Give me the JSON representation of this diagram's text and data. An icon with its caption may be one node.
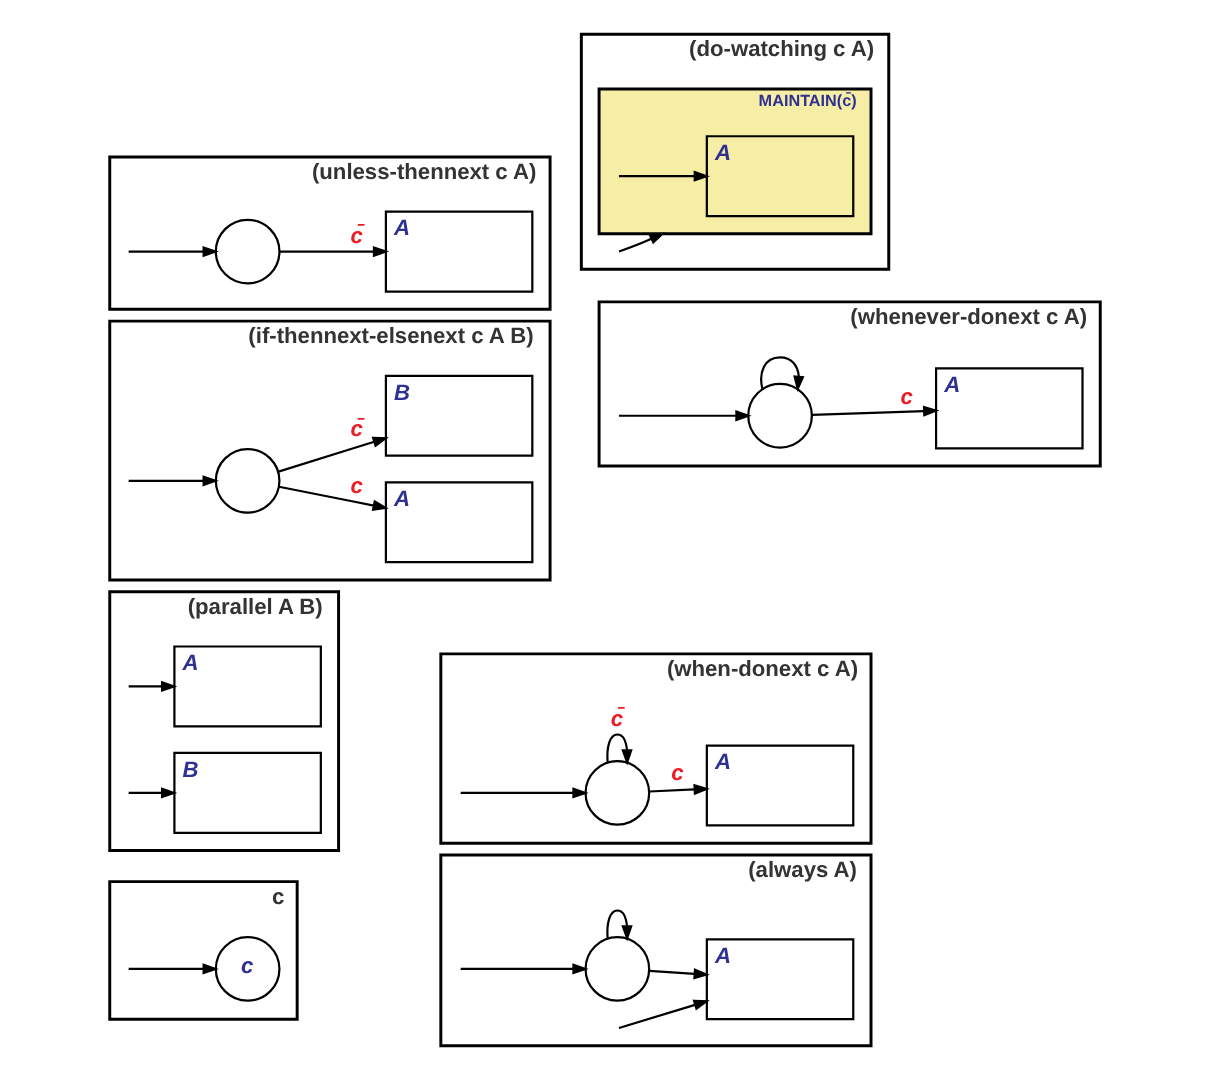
{
  "diagram": {
    "nodes": [
      {
        "text": [
          "c"
        ]
      },
      {
        "text": [
          "c"
        ],
        "in": 0
      },
      {
        "text": [
          "(always A)"
        ]
      },
      {
        "text": [],
        "shape": "circle",
        "in": 2
      },
      {
        "text": [
          "A"
        ],
        "in": 2
      },
      {
        "text": [
          "(parallel A B)"
        ]
      },
      {
        "text": [
          "A"
        ],
        "in": 5
      },
      {
        "text": [
          "B"
        ],
        "in": 5
      },
      {
        "text": [
          "(when-donext c A)"
        ]
      },
      {
        "text": [],
        "shape": "circle",
        "in": 8
      },
      {
        "text": [
          "A"
        ],
        "in": 8
      },
      {
        "text": [
          "(if-thennext-elsenext c A B)"
        ]
      },
      {
        "text": [],
        "shape": "circle",
        "in": 11
      },
      {
        "text": [
          "A"
        ],
        "in": 11
      },
      {
        "text": [
          "B"
        ],
        "in": 11
      },
      {
        "text": [
          "(whenever-donext c A)"
        ]
      },
      {
        "text": [],
        "shape": "circle",
        "in": 15
      },
      {
        "text": [
          "A"
        ],
        "in": 15
      },
      {
        "text": [
          "(unless-thennext c A)"
        ]
      },
      {
        "text": [],
        "shape": "circle",
        "in": 18
      },
      {
        "text": [
          "A"
        ],
        "in": 18
      },
      {
        "text": [
          "(do-watching c A)"
        ]
      },
      {
        "text": [
          "MAINTAIN(c̄)"
        ],
        "in": 21
      },
      {
        "text": [
          "A"
        ],
        "in": 22
      }
    ],
    "edges": [
      {
        "from": null,
        "to": 1,
        "arrow": "to"
      },
      {
        "from": 3,
        "to": 3,
        "arrow": "to"
      },
      {
        "from": null,
        "to": 3,
        "arrow": "to"
      },
      {
        "from": null,
        "to": 4,
        "arrow": "to"
      },
      {
        "from": 3,
        "to": 4,
        "arrow": "to"
      },
      {
        "from": null,
        "to": 6,
        "arrow": "to"
      },
      {
        "from": null,
        "to": 7,
        "arrow": "to"
      },
      {
        "from": 9,
        "to": 9,
        "arrow": "to",
        "label": "c̄"
      },
      {
        "from": null,
        "to": 9,
        "arrow": "to"
      },
      {
        "from": 9,
        "to": 10,
        "arrow": "to",
        "label": "c"
      },
      {
        "from": null,
        "to": 12,
        "arrow": "to"
      },
      {
        "from": 12,
        "to": 13,
        "arrow": "to",
        "label": "c"
      },
      {
        "from": 12,
        "to": 14,
        "arrow": "to",
        "label": "c̄"
      },
      {
        "from": 16,
        "to": 16,
        "arrow": "to"
      },
      {
        "from": null,
        "to": 16,
        "arrow": "to"
      },
      {
        "from": 16,
        "to": 17,
        "arrow": "to",
        "label": "c"
      },
      {
        "from": null,
        "to": 19,
        "arrow": "to"
      },
      {
        "from": 19,
        "to": 20,
        "arrow": "to",
        "label": "c̄"
      },
      {
        "from": null,
        "to": 22,
        "arrow": "to"
      },
      {
        "from": null,
        "to": 23,
        "arrow": "to"
      }
    ]
  }
}
